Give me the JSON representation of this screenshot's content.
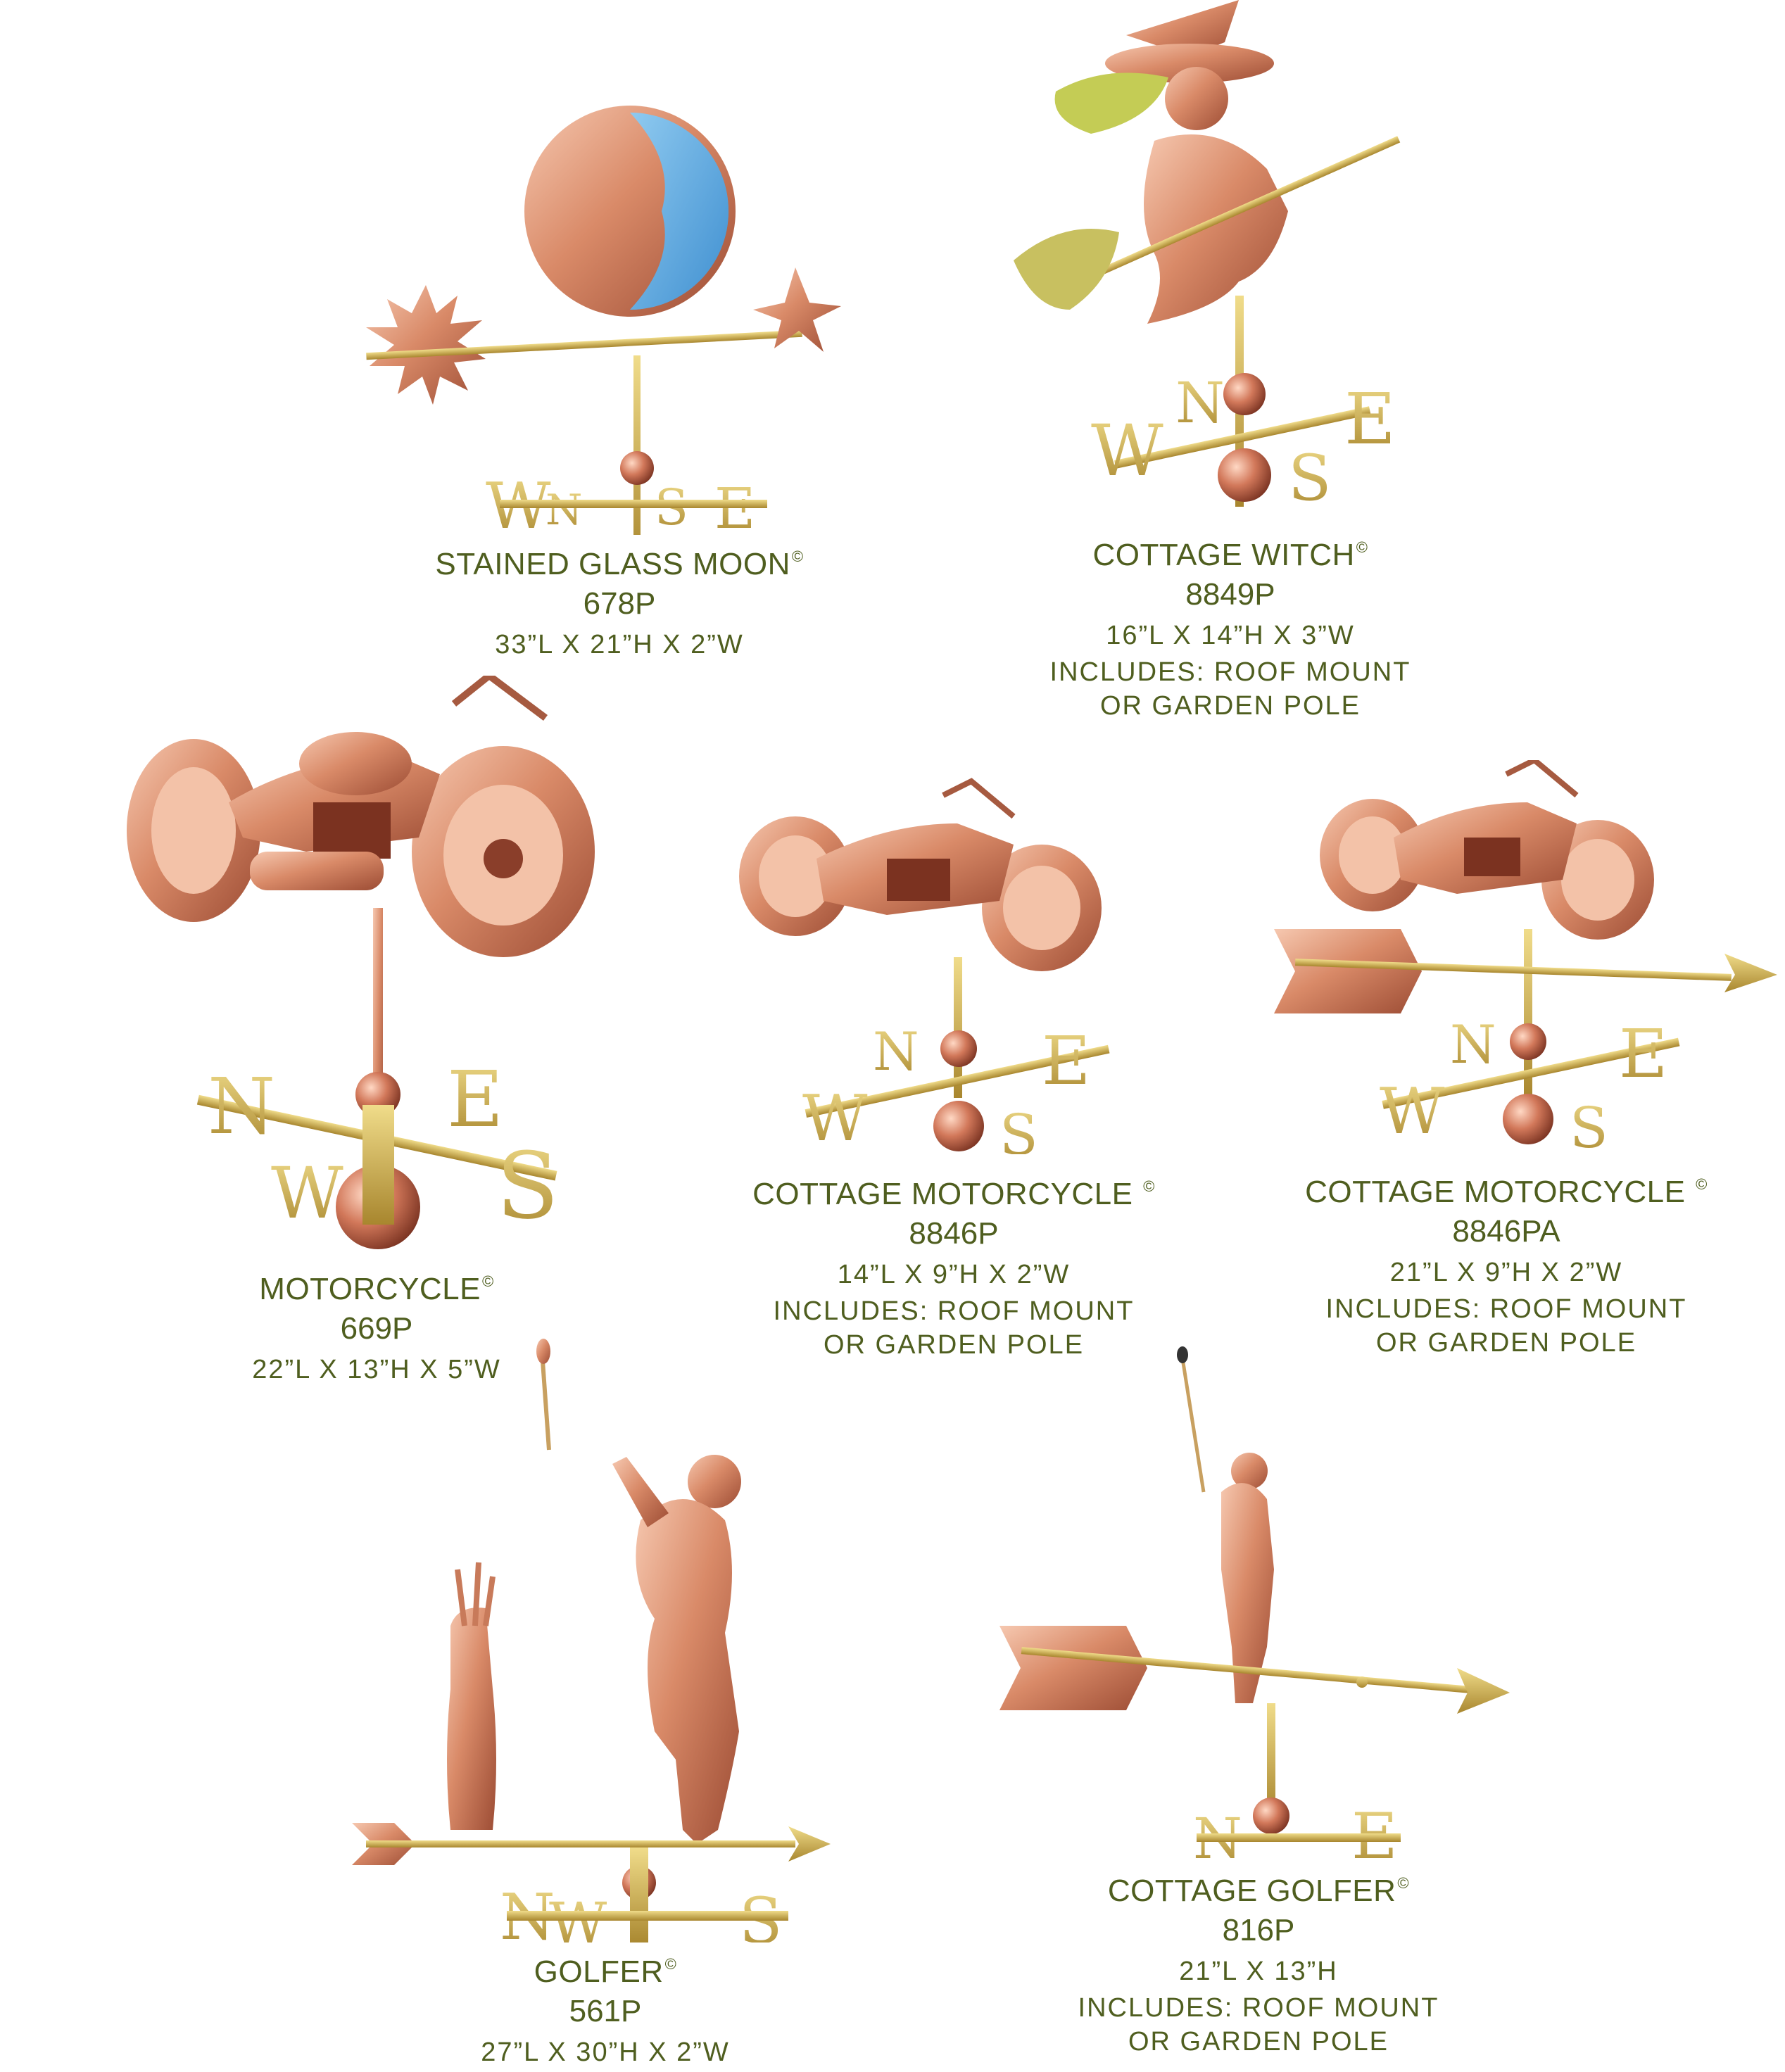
{
  "products": [
    {
      "name": "STAINED GLASS MOON",
      "mark": "©",
      "sku": "678P",
      "dims": "33”L X 21”H X 2”W",
      "includes": []
    },
    {
      "name": "COTTAGE WITCH",
      "mark": "©",
      "sku": "8849P",
      "dims": "16”L X 14”H X 3”W",
      "includes": [
        "INCLUDES: ROOF MOUNT",
        "OR GARDEN POLE"
      ]
    },
    {
      "name": "MOTORCYCLE",
      "mark": "©",
      "sku": "669P",
      "dims": "22”L X 13”H X 5”W",
      "includes": []
    },
    {
      "name": "COTTAGE MOTORCYCLE ",
      "mark": "©",
      "sku": "8846P",
      "dims": "14”L X 9”H X 2”W",
      "includes": [
        "INCLUDES: ROOF MOUNT",
        "OR GARDEN POLE"
      ]
    },
    {
      "name": "COTTAGE MOTORCYCLE ",
      "mark": "©",
      "sku": "8846PA",
      "dims": "21”L X 9”H X 2”W",
      "includes": [
        "INCLUDES: ROOF MOUNT",
        "OR GARDEN POLE"
      ]
    },
    {
      "name": "GOLFER",
      "mark": "©",
      "sku": "561P",
      "dims": "27”L X 30”H X 2”W",
      "includes": []
    },
    {
      "name": "COTTAGE GOLFER",
      "mark": "©",
      "sku": "816P",
      "dims": "21”L X 13”H",
      "includes": [
        "INCLUDES: ROOF MOUNT",
        "OR GARDEN POLE"
      ]
    }
  ],
  "compass": {
    "n": "N",
    "s": "S",
    "e": "E",
    "w": "W"
  },
  "colors": {
    "copper": "#d88a6a",
    "copper_dark": "#a9583f",
    "brass": "#c8a848",
    "glass": "#6ab0e0",
    "text": "#4f5e1f"
  }
}
